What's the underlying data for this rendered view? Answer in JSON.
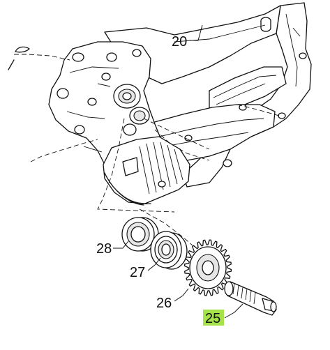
{
  "callouts": {
    "c20": "20",
    "c28": "28",
    "c27": "27",
    "c26": "26",
    "c25": "25"
  },
  "highlight": {
    "c25": "#a6e34a"
  }
}
